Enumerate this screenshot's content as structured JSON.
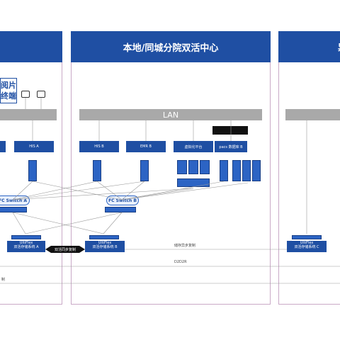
{
  "panels": [
    {
      "header": ""
    },
    {
      "header": "本地/同城分院双活中心"
    },
    {
      "header": "异"
    }
  ],
  "left_label": {
    "line1": "阅片",
    "line2": "终端"
  },
  "lan_label": "LAN",
  "server_labels": [
    "HIS A",
    "HIS B",
    "EMR B",
    "虚拟化平台",
    "pacs 数据库 B"
  ],
  "switches": [
    "FC Switch A",
    "FC Switch B"
  ],
  "storages": [
    {
      "brand": "UltiFlex",
      "name": "双活存储系统 A"
    },
    {
      "brand": "UltiFlex",
      "name": "双活存储系统 B"
    },
    {
      "brand": "UltiFlex",
      "name": "双活存储系统 C"
    }
  ],
  "sync_label": "双活同步复制",
  "async_label": "储存异步复制",
  "d2d_label": "D2D2R",
  "bottom_left_label": "制",
  "colors": {
    "primary": "#1f4fa3",
    "lan": "#a9a9a9",
    "panel_border": "#c9a9c7"
  }
}
